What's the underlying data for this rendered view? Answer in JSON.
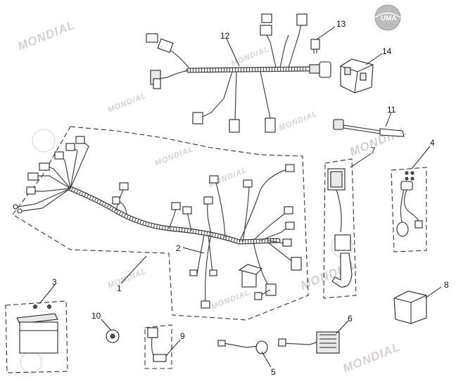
{
  "diagram": {
    "callouts": [
      "1",
      "2",
      "3",
      "4",
      "5",
      "6",
      "7",
      "8",
      "9",
      "10",
      "11",
      "12",
      "13",
      "14"
    ],
    "watermark_text": "MONDIAL",
    "logo_text": "UMA",
    "line_color": "#222222",
    "watermark_color": "#d8d0cc"
  }
}
